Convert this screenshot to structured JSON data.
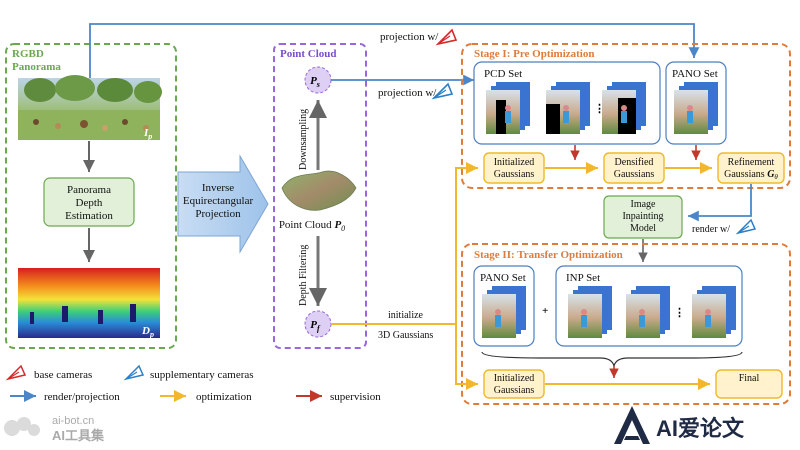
{
  "colors": {
    "green": "#6aa84f",
    "purple": "#9966dd",
    "orange": "#e07b39",
    "blue_arrow": "#4a86c8",
    "yellow_arrow": "#f1b82d",
    "red_arrow": "#c0392b",
    "box_blue": "#4a7fc1",
    "box_green_fill": "#e2f0d9",
    "box_yellow_fill": "#fff2cc",
    "node_fill": "#ddd0f4"
  },
  "panorama": {
    "title_line1": "RGBD",
    "title_line2": "Panorama",
    "image_label": "I",
    "image_sub": "p",
    "depth_box_lines": [
      "Panorama",
      "Depth",
      "Estimation"
    ],
    "depth_label": "D",
    "depth_sub": "p"
  },
  "projection_box": {
    "lines": [
      "Inverse",
      "Equirectangular",
      "Projection"
    ]
  },
  "point_cloud": {
    "title": "Point Cloud",
    "node_top": "P",
    "node_top_sub": "s",
    "node_bottom": "P",
    "node_bottom_sub": "f",
    "center_label": "Point Cloud ",
    "center_sym": "P",
    "center_sub": "0",
    "downsampling": "Downsampling",
    "depth_filtering": "Depth Filtering"
  },
  "top_labels": {
    "projection_base": "projection w/",
    "projection_supp": "projection w/",
    "render_supp": "render w/",
    "initialize_line1": "initialize",
    "initialize_line2": "3D Gaussians"
  },
  "stage1": {
    "title": "Stage I: Pre Optimization",
    "pcd_set": "PCD Set",
    "pano_set": "PANO Set",
    "dots": "⋮",
    "initialized": [
      "Initialized",
      "Gaussians"
    ],
    "densified": [
      "Densified",
      "Gaussians"
    ],
    "refinement": [
      "Refinement",
      "Gaussians "
    ],
    "refinement_sym": "G",
    "refinement_sub": "θ"
  },
  "inpaint_box": [
    "Image",
    "Inpainting",
    "Model"
  ],
  "stage2": {
    "title": "Stage II: Transfer Optimization",
    "pano_set": "PANO Set",
    "inp_set": "INP Set",
    "plus": "+",
    "dots": "⋮",
    "initialized": [
      "Initialized",
      "Gaussians"
    ],
    "final": "Final"
  },
  "legend": {
    "base_cameras": "base cameras",
    "supplementary_cameras": "supplementary cameras",
    "render_projection": "render/projection",
    "optimization": "optimization",
    "supervision": "supervision"
  },
  "watermarks": {
    "left_line1": "ai-bot.cn",
    "left_line2": "AI工具集",
    "right_text": "AI爱论文"
  }
}
